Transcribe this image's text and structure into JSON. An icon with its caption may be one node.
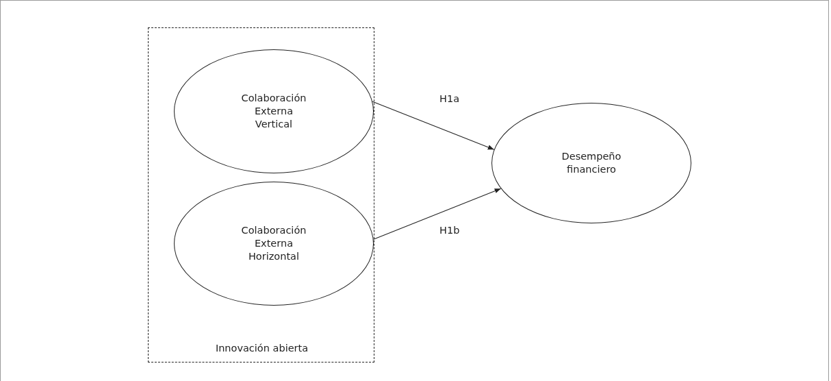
{
  "diagram": {
    "nodes": [
      {
        "text": [
          "Innovación abierta"
        ]
      },
      {
        "text": [
          "Colaboración Externa Vertical"
        ],
        "in": 0
      },
      {
        "text": [
          "Colaboración Externa Horizontal"
        ],
        "in": 0
      },
      {
        "text": [
          "Desempeño financiero"
        ]
      }
    ],
    "edges": [
      {
        "from": 1,
        "to": 3,
        "arrow": "to",
        "label": "H1a"
      },
      {
        "from": 2,
        "to": 3,
        "arrow": "to",
        "label": "H1b"
      }
    ]
  }
}
